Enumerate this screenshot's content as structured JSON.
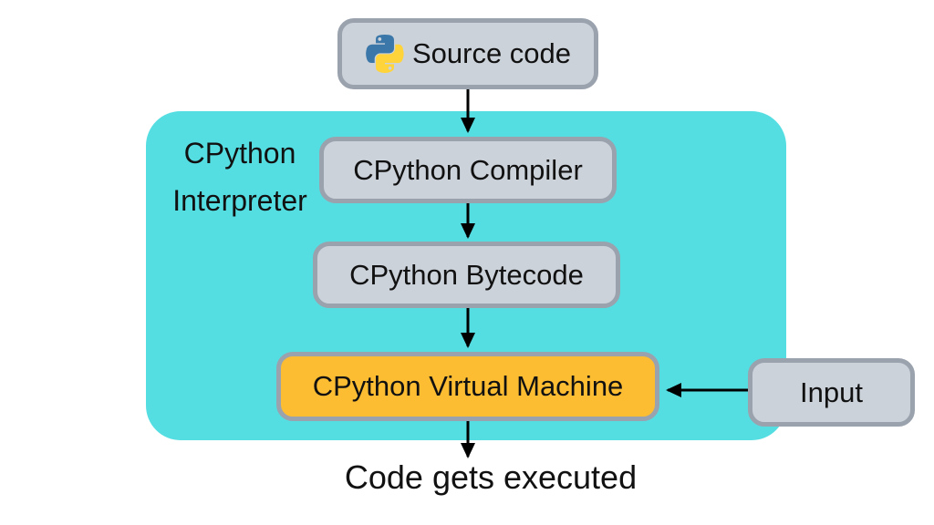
{
  "diagram": {
    "type": "flowchart",
    "container": {
      "label_line1": "CPython",
      "label_line2": "Interpreter"
    },
    "nodes": [
      {
        "id": "source-code",
        "label": "Source code",
        "icon": "python-logo",
        "shape": "rounded-box"
      },
      {
        "id": "cpython-compiler",
        "label": "CPython Compiler",
        "shape": "rounded-box",
        "inside_container": true
      },
      {
        "id": "cpython-bytecode",
        "label": "CPython Bytecode",
        "shape": "rounded-box",
        "inside_container": true
      },
      {
        "id": "cpython-virtual-machine",
        "label": "CPython Virtual Machine",
        "shape": "rounded-box",
        "highlighted": true,
        "inside_container": true
      },
      {
        "id": "input",
        "label": "Input",
        "shape": "rounded-box"
      },
      {
        "id": "code-gets-executed",
        "label": "Code gets executed",
        "shape": "plain-text"
      }
    ],
    "edges": [
      {
        "from": "source-code",
        "to": "cpython-compiler",
        "direction": "down"
      },
      {
        "from": "cpython-compiler",
        "to": "cpython-bytecode",
        "direction": "down"
      },
      {
        "from": "cpython-bytecode",
        "to": "cpython-virtual-machine",
        "direction": "down"
      },
      {
        "from": "cpython-virtual-machine",
        "to": "code-gets-executed",
        "direction": "down"
      },
      {
        "from": "input",
        "to": "cpython-virtual-machine",
        "direction": "left"
      }
    ],
    "colors": {
      "container_fill": "#55dee2",
      "node_fill": "#ccd2da",
      "node_border": "#9aa2ae",
      "highlight_fill": "#fcbd33",
      "arrow": "#000000",
      "text": "#111111",
      "python_blue": "#3b77a8",
      "python_yellow": "#ffd43b",
      "background": "#ffffff"
    }
  }
}
